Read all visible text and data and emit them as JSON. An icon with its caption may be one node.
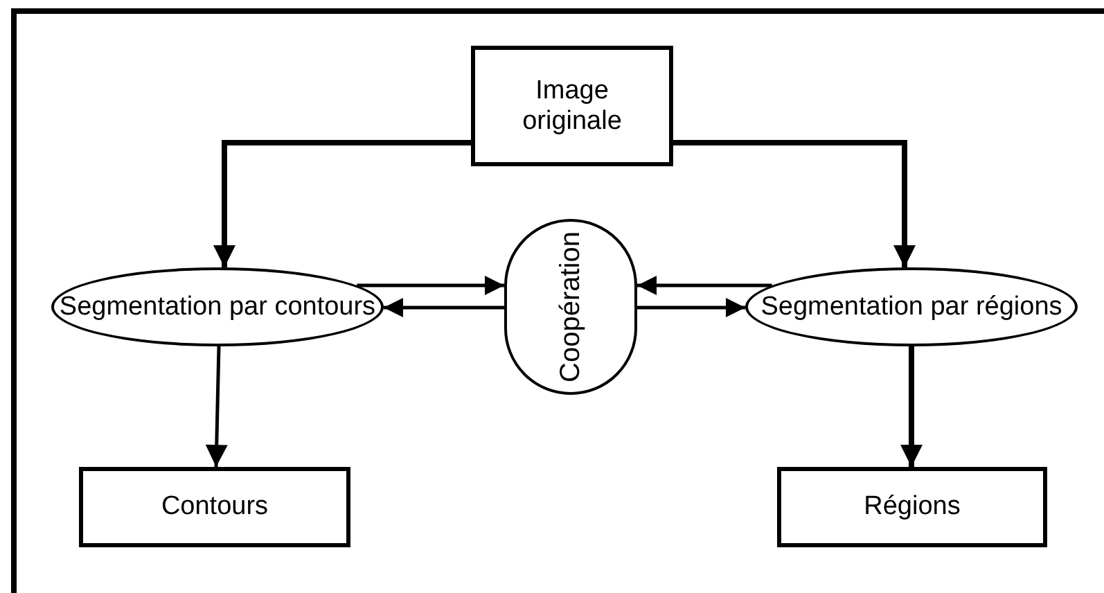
{
  "diagram": {
    "nodes": [
      {
        "text": [
          "Image originale"
        ]
      },
      {
        "text": [
          "Segmentation par contours"
        ]
      },
      {
        "text": [
          "Coopération"
        ]
      },
      {
        "text": [
          "Segmentation par régions"
        ]
      },
      {
        "text": [
          "Contours"
        ]
      },
      {
        "text": [
          "Régions"
        ]
      }
    ],
    "edges": [
      {
        "from": 0,
        "to": 1,
        "arrow": "to"
      },
      {
        "from": 0,
        "to": 3,
        "arrow": "to"
      },
      {
        "from": 1,
        "to": 2,
        "arrow": "to"
      },
      {
        "from": 2,
        "to": 1,
        "arrow": "to"
      },
      {
        "from": 3,
        "to": 2,
        "arrow": "to"
      },
      {
        "from": 2,
        "to": 3,
        "arrow": "to"
      },
      {
        "from": 1,
        "to": 4,
        "arrow": "to"
      },
      {
        "from": 3,
        "to": 5,
        "arrow": "to"
      }
    ]
  }
}
